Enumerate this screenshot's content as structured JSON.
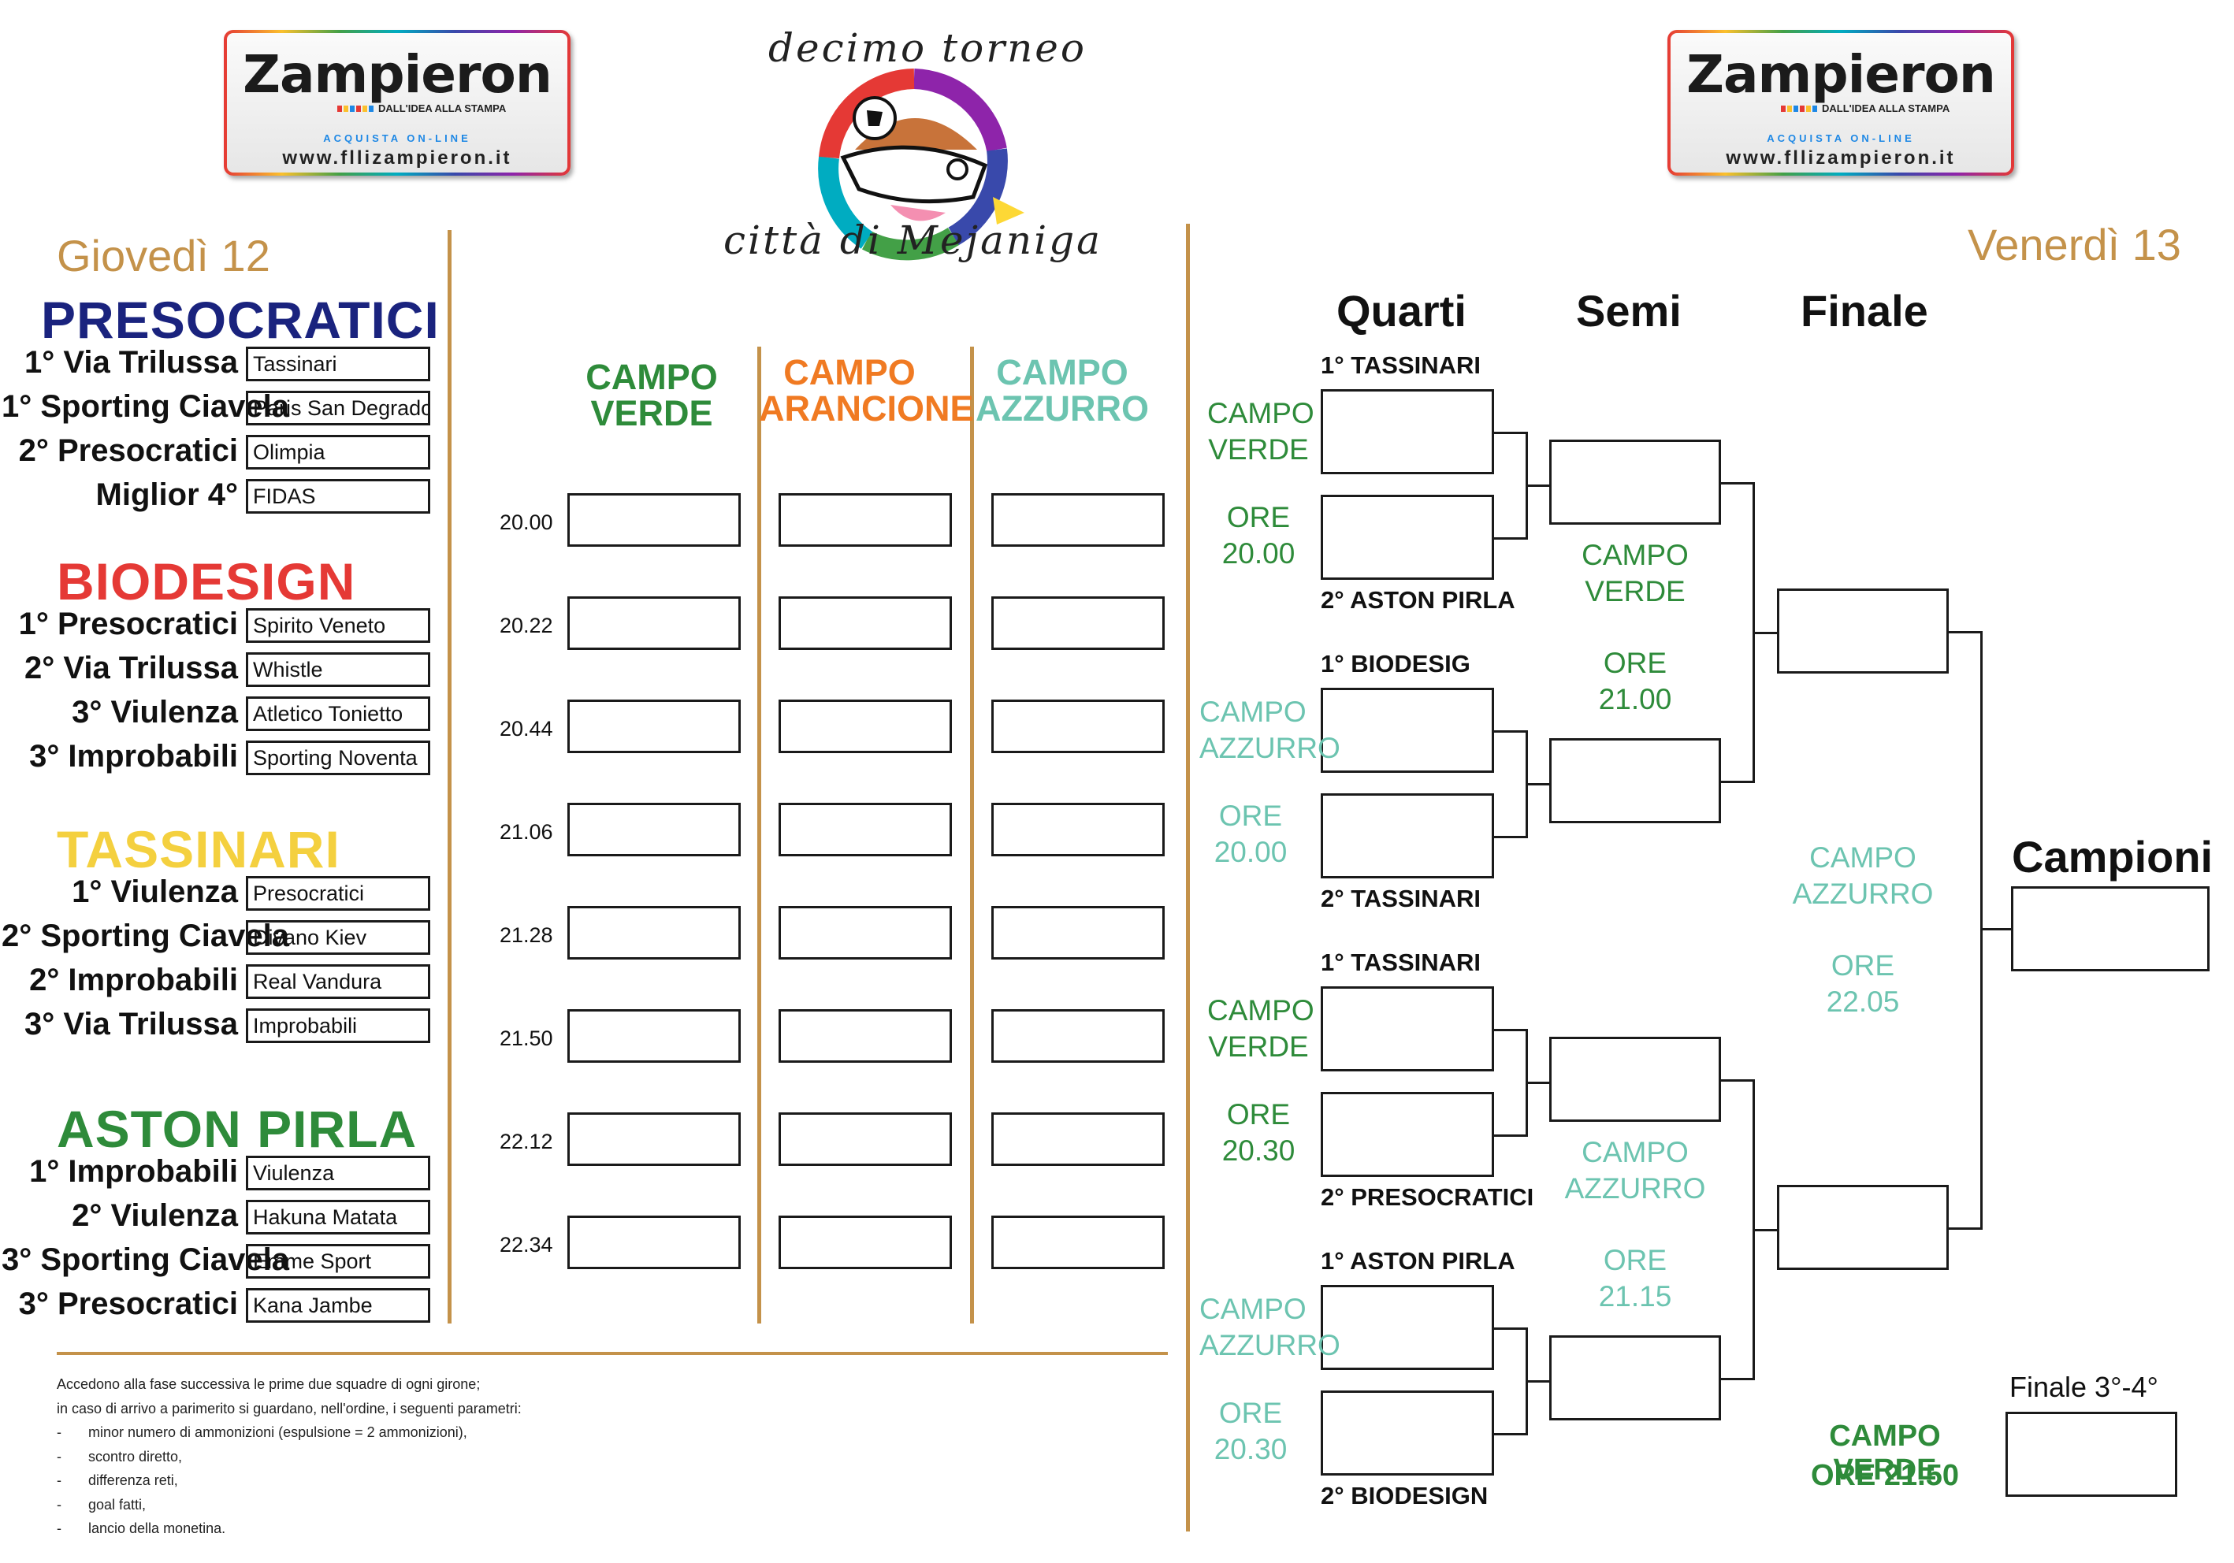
{
  "logo": {
    "name": "Zampieron",
    "tagline": "DALL'IDEA ALLA STAMPA",
    "shop": "ACQUISTA ON-LINE",
    "url": "www.fllizampieron.it"
  },
  "emblem": {
    "line1": "decimo torneo",
    "line2": "città di Mejaniga"
  },
  "thursday": {
    "title": "Giovedì 12",
    "groups": [
      {
        "name": "PRESOCRATICI",
        "color": "#1a237e",
        "rows": [
          {
            "seed": "1° Via Trilussa",
            "team": "Tassinari"
          },
          {
            "seed": "1° Sporting Ciavela",
            "team": "Paris San Degrado"
          },
          {
            "seed": "2° Presocratici",
            "team": "Olimpia"
          },
          {
            "seed": "Miglior 4°",
            "team": "FIDAS"
          }
        ]
      },
      {
        "name": "BIODESIGN",
        "color": "#e53935",
        "rows": [
          {
            "seed": "1° Presocratici",
            "team": "Spirito Veneto"
          },
          {
            "seed": "2° Via Trilussa",
            "team": "Whistle"
          },
          {
            "seed": "3° Viulenza",
            "team": "Atletico Tonietto"
          },
          {
            "seed": "3° Improbabili",
            "team": "Sporting Noventa"
          }
        ]
      },
      {
        "name": "TASSINARI",
        "color": "#f4d03f",
        "rows": [
          {
            "seed": "1° Viulenza",
            "team": "Presocratici"
          },
          {
            "seed": "2° Sporting Ciavela",
            "team": "Divano Kiev"
          },
          {
            "seed": "2° Improbabili",
            "team": "Real Vandura"
          },
          {
            "seed": "3° Via Trilussa",
            "team": "Improbabili"
          }
        ]
      },
      {
        "name": "ASTON PIRLA",
        "color": "#2e8b3a",
        "rows": [
          {
            "seed": "1° Improbabili",
            "team": "Viulenza"
          },
          {
            "seed": "2° Viulenza",
            "team": "Hakuna Matata"
          },
          {
            "seed": "3° Sporting Ciavela",
            "team": "Emme Sport"
          },
          {
            "seed": "3° Presocratici",
            "team": "Kana Jambe"
          }
        ]
      }
    ],
    "fields": [
      {
        "line1": "CAMPO",
        "line2": "VERDE",
        "color": "#2e8b3a"
      },
      {
        "line1": "CAMPO",
        "line2": "ARANCIONE",
        "color": "#f07a22"
      },
      {
        "line1": "CAMPO",
        "line2": "AZZURRO",
        "color": "#6cc4b0"
      }
    ],
    "times": [
      "20.00",
      "20.22",
      "20.44",
      "21.06",
      "21.28",
      "21.50",
      "22.12",
      "22.34"
    ],
    "rules": {
      "intro1": "Accedono alla fase successiva le prime due squadre di ogni girone;",
      "intro2": "in caso di arrivo a parimerito si guardano, nell'ordine, i seguenti parametri:",
      "items": [
        "minor numero di ammonizioni (espulsione = 2 ammonizioni),",
        "scontro diretto,",
        "differenza reti,",
        "goal fatti,",
        "lancio della monetina."
      ],
      "dash": "-"
    }
  },
  "friday": {
    "title": "Venerdì 13",
    "headers": {
      "quarti": "Quarti",
      "semi": "Semi",
      "finale": "Finale",
      "campioni": "Campioni"
    },
    "quarters": [
      {
        "top": "1° TASSINARI",
        "bottom": "2° ASTON PIRLA",
        "field": "CAMPO",
        "field2": "VERDE",
        "ore": "ORE",
        "time": "20.00",
        "color": "#2e8b3a"
      },
      {
        "top": "1° BIODESIG",
        "bottom": "2° TASSINARI",
        "field": "CAMPO",
        "field2": "AZZURRO",
        "ore": "ORE",
        "time": "20.00",
        "color": "#6cc4b0"
      },
      {
        "top": "1° TASSINARI",
        "bottom": "2° PRESOCRATICI",
        "field": "CAMPO",
        "field2": "VERDE",
        "ore": "ORE",
        "time": "20.30",
        "color": "#2e8b3a"
      },
      {
        "top": "1° ASTON PIRLA",
        "bottom": "2° BIODESIGN",
        "field": "CAMPO",
        "field2": "AZZURRO",
        "ore": "ORE",
        "time": "20.30",
        "color": "#6cc4b0"
      }
    ],
    "semis": [
      {
        "field": "CAMPO",
        "field2": "VERDE",
        "ore": "ORE",
        "time": "21.00",
        "color": "#2e8b3a"
      },
      {
        "field": "CAMPO",
        "field2": "AZZURRO",
        "ore": "ORE",
        "time": "21.15",
        "color": "#6cc4b0"
      }
    ],
    "final": {
      "field": "CAMPO",
      "field2": "AZZURRO",
      "ore": "ORE",
      "time": "22.05",
      "color": "#6cc4b0"
    },
    "third": {
      "title": "Finale 3°-4°",
      "field": "CAMPO VERDE",
      "time": "ORE 21.50",
      "color": "#2e8b3a"
    }
  },
  "colors": {
    "accent_line": "#c4924a",
    "box_border": "#1a1a1a"
  }
}
